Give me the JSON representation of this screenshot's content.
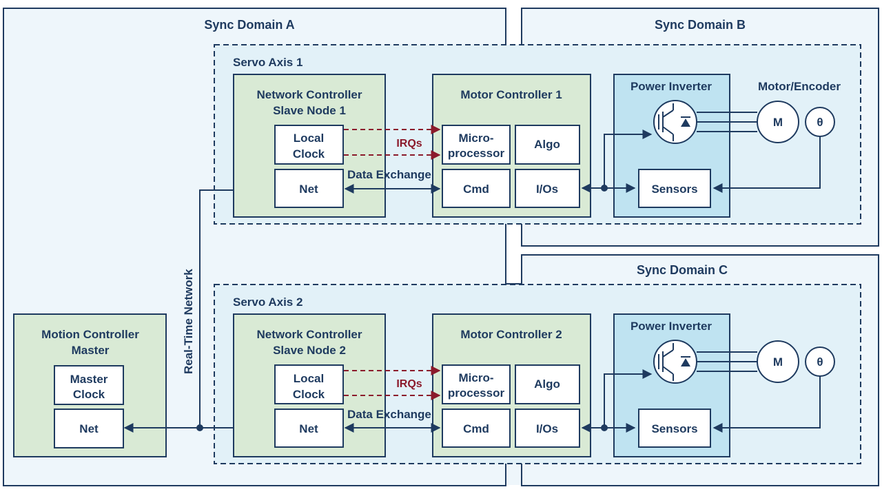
{
  "sync_domains": {
    "a": "Sync Domain A",
    "b": "Sync Domain B",
    "c": "Sync Domain C"
  },
  "master": {
    "title_line1": "Motion Controller",
    "title_line2": "Master",
    "clock_line1": "Master",
    "clock_line2": "Clock",
    "net": "Net"
  },
  "network_label": "Real-Time Network",
  "axes": [
    {
      "title": "Servo Axis 1",
      "nc_line1": "Network Controller",
      "nc_line2": "Slave Node 1",
      "local_clock_line1": "Local",
      "local_clock_line2": "Clock",
      "net": "Net",
      "irqs": "IRQs",
      "data_exchange": "Data Exchange",
      "mc_title": "Motor Controller 1",
      "micro_line1": "Micro-",
      "micro_line2": "processor",
      "algo": "Algo",
      "cmd": "Cmd",
      "ios": "I/Os",
      "power_inverter": "Power Inverter",
      "sensors": "Sensors",
      "motor_encoder": "Motor/Encoder",
      "motor": "M",
      "theta": "θ"
    },
    {
      "title": "Servo Axis 2",
      "nc_line1": "Network Controller",
      "nc_line2": "Slave Node 2",
      "local_clock_line1": "Local",
      "local_clock_line2": "Clock",
      "net": "Net",
      "irqs": "IRQs",
      "data_exchange": "Data Exchange",
      "mc_title": "Motor Controller 2",
      "micro_line1": "Micro-",
      "micro_line2": "processor",
      "algo": "Algo",
      "cmd": "Cmd",
      "ios": "I/Os",
      "power_inverter": "Power Inverter",
      "sensors": "Sensors",
      "motor_encoder": "",
      "motor": "M",
      "theta": "θ"
    }
  ],
  "colors": {
    "border": "#1e3a5f",
    "domain_fill": "#eef6fb",
    "axis_fill": "#e2f1f8",
    "controller_fill": "#d9ead5",
    "inverter_fill": "#bfe3f1",
    "irq": "#8b1a2b"
  }
}
